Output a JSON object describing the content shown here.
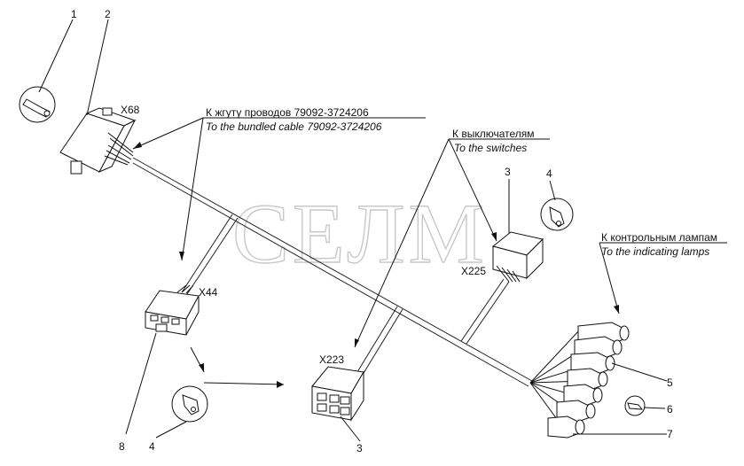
{
  "watermark": "СЕЛМ",
  "callouts": {
    "n1": "1",
    "n2": "2",
    "n3a": "3",
    "n3b": "3",
    "n4a": "4",
    "n4b": "4",
    "n5": "5",
    "n6": "6",
    "n7": "7",
    "n8": "8"
  },
  "connectors": {
    "x68": "X68",
    "x44": "X44",
    "x225": "X225",
    "x223": "X223"
  },
  "notes": {
    "bundled_ru": "К жгуту проводов 79092-3724206",
    "bundled_en": "To the bundled cable 79092-3724206",
    "switches_ru": "К выключателям",
    "switches_en": "To the switches",
    "lamps_ru": "К контрольным лампам",
    "lamps_en": "To the indicating lamps"
  }
}
